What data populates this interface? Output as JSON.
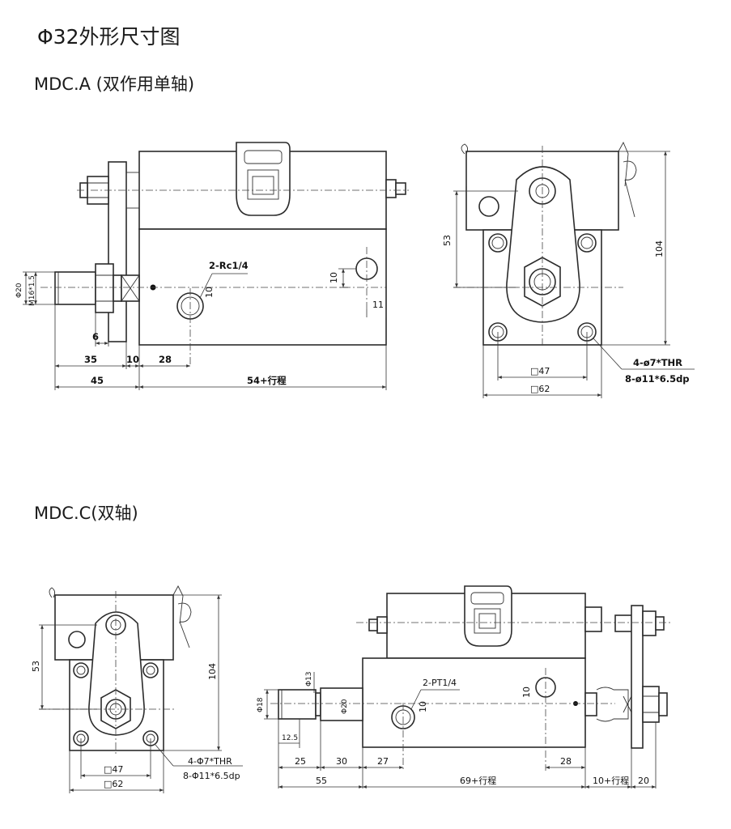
{
  "page_title": "Φ32外形尺寸图",
  "section_a": {
    "title": "MDC.A (双作用单轴)",
    "side_view": {
      "dims_bottom_row1": [
        "35",
        "10",
        "28"
      ],
      "dims_bottom_row2": [
        "45",
        "54+行程"
      ],
      "dim_6": "6",
      "port_label": "2-Rc1/4",
      "port_offset": "10",
      "right_port_vert": "10",
      "right_port_horiz": "11",
      "rod_dia": "Φ20",
      "rod_thread": "M16*1.5"
    },
    "end_view": {
      "height_53": "53",
      "height_104": "104",
      "square_47": "□47",
      "square_62": "□62",
      "hole_note_1": "4-ø7*THR",
      "hole_note_2": "8-ø11*6.5dp"
    }
  },
  "section_c": {
    "title": "MDC.C(双轴)",
    "end_view": {
      "height_53": "53",
      "height_104": "104",
      "square_47": "□47",
      "square_62": "□62",
      "hole_note_1": "4-Φ7*THR",
      "hole_note_2": "8-Φ11*6.5dp"
    },
    "side_view": {
      "dia_18": "Φ18",
      "dia_13": "Φ13",
      "dia_20": "Φ20",
      "dim_12_5": "12.5",
      "dims_bottom_row1": [
        "25",
        "30",
        "27",
        "28"
      ],
      "dims_bottom_row2": [
        "55",
        "69+行程",
        "10+行程",
        "20"
      ],
      "port_label": "2-PT1/4",
      "port_offset": "10",
      "right_port_vert": "10"
    }
  }
}
